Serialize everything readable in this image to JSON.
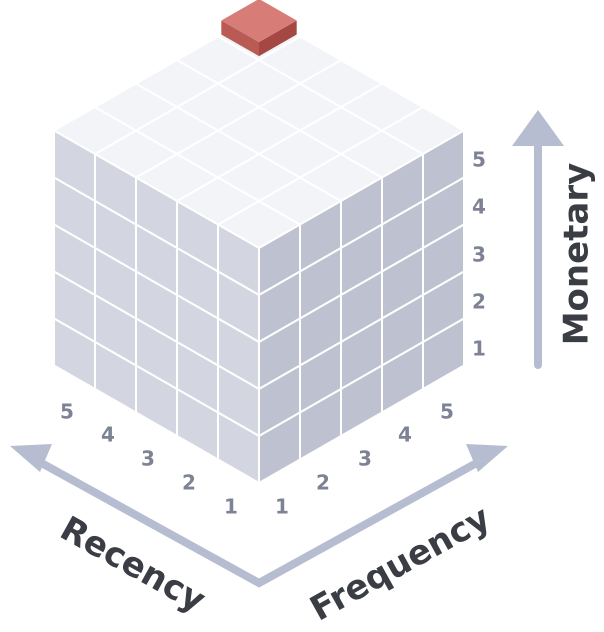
{
  "axes": {
    "recency": {
      "title": "Recency",
      "ticks": [
        "5",
        "4",
        "3",
        "2",
        "1"
      ]
    },
    "frequency": {
      "title": "Frequency",
      "ticks": [
        "1",
        "2",
        "3",
        "4",
        "5"
      ]
    },
    "monetary": {
      "title": "Monetary",
      "ticks": [
        "5",
        "4",
        "3",
        "2",
        "1"
      ]
    }
  },
  "cube": {
    "size": 5,
    "highlight": {
      "recency": 5,
      "frequency": 5,
      "monetary": 5
    },
    "colors": {
      "top": "#f3f4f8",
      "left": "#d3d6e0",
      "right": "#bec2d0",
      "grid": "#ffffff",
      "highlight_top": "#d77c76",
      "highlight_left": "#b95a55",
      "highlight_right": "#a54844"
    }
  }
}
